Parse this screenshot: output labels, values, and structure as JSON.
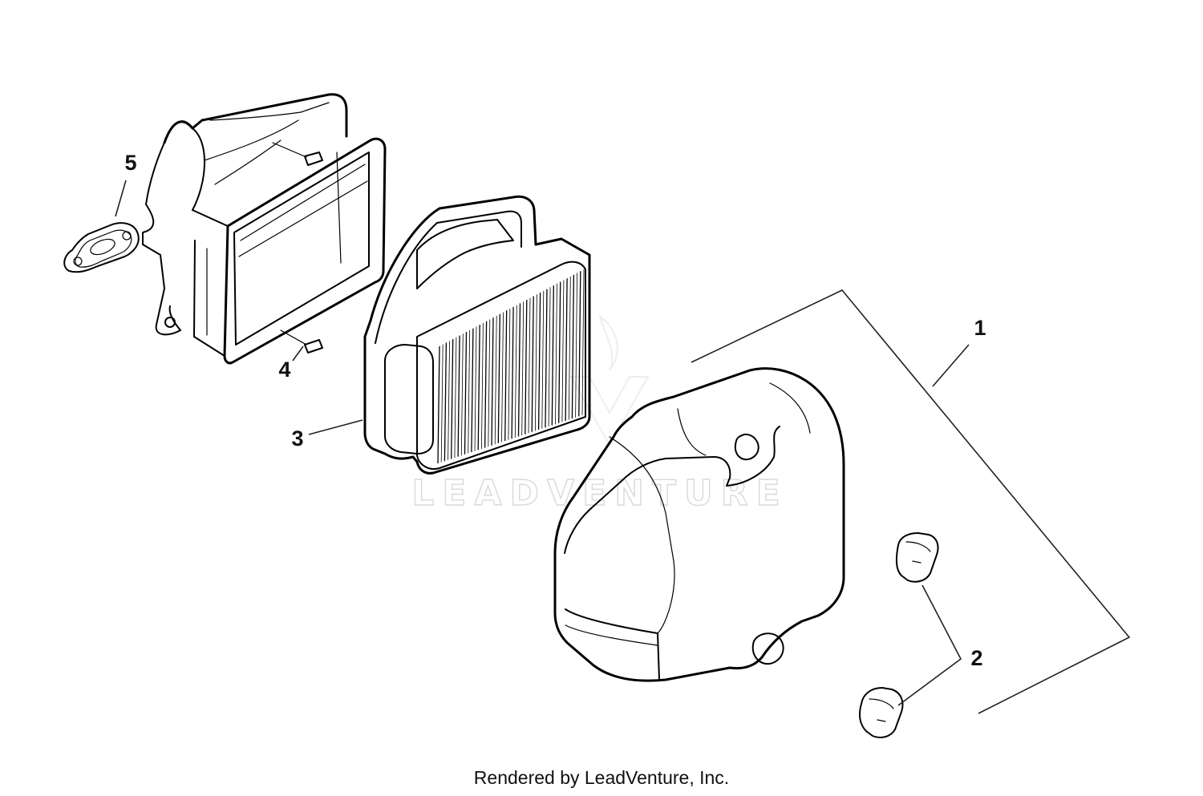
{
  "diagram": {
    "watermark": "LEADVENTURE",
    "footer": "Rendered by LeadVenture, Inc.",
    "callouts": [
      {
        "id": "1",
        "label": "1"
      },
      {
        "id": "2",
        "label": "2"
      },
      {
        "id": "3",
        "label": "3"
      },
      {
        "id": "4",
        "label": "4"
      },
      {
        "id": "5",
        "label": "5"
      }
    ]
  }
}
